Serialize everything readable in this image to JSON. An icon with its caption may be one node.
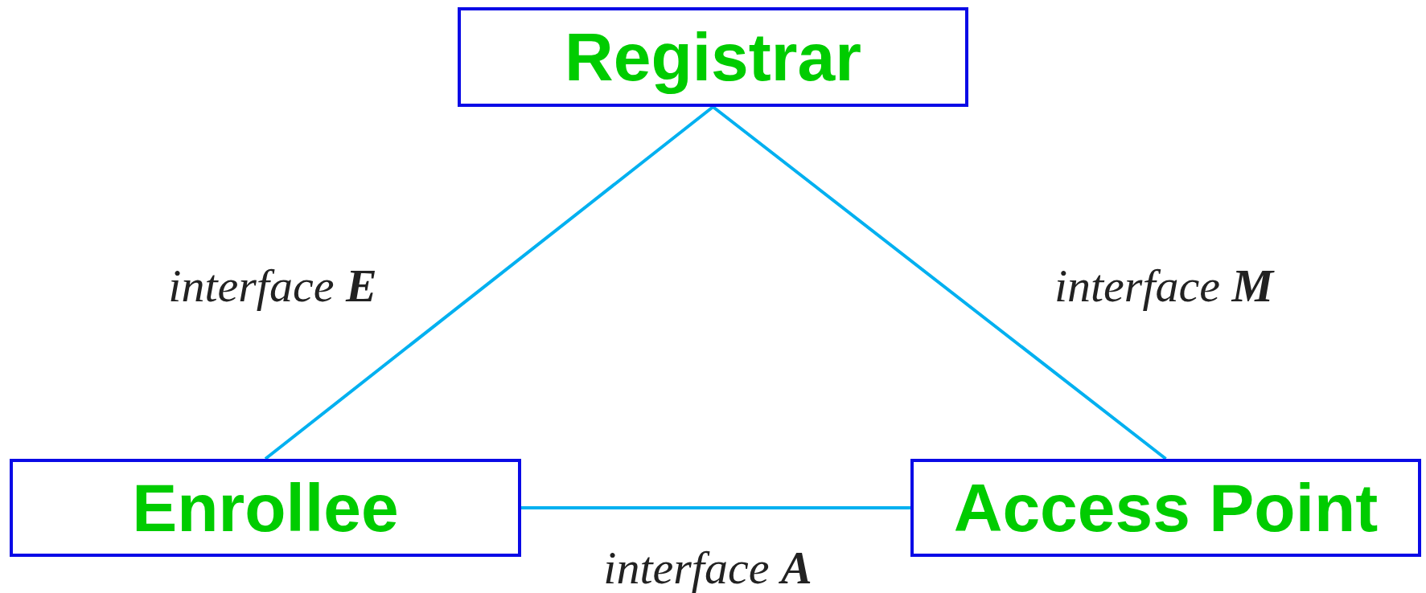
{
  "diagram": {
    "nodes": [
      {
        "text": [
          "Registrar"
        ]
      },
      {
        "text": [
          "Enrollee"
        ]
      },
      {
        "text": [
          "Access Point"
        ]
      }
    ],
    "edges": [
      {
        "from": 0,
        "to": 1,
        "arrow": "none",
        "label": "interface **E**"
      },
      {
        "from": 0,
        "to": 2,
        "arrow": "none",
        "label": "interface **M**"
      },
      {
        "from": 1,
        "to": 2,
        "arrow": "none",
        "label": "interface **A**"
      }
    ]
  }
}
